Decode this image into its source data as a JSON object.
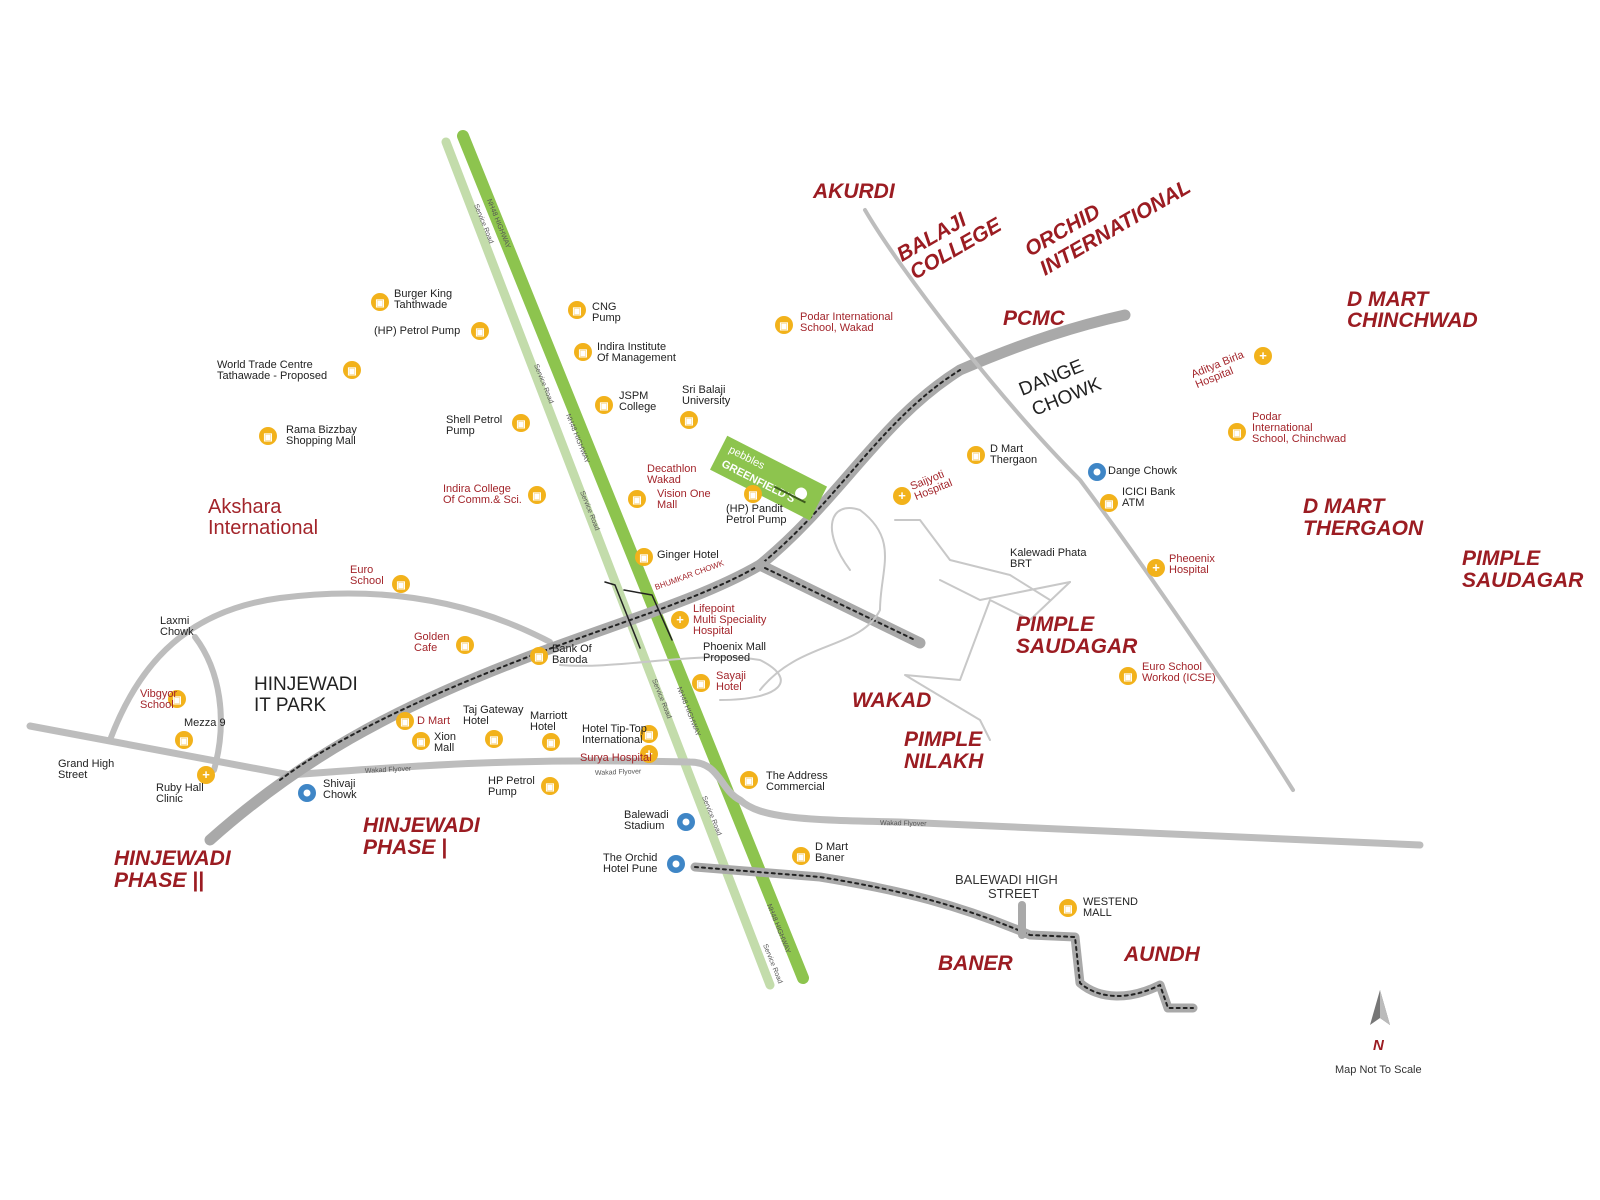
{
  "areas_red": [
    {
      "id": "akurdi",
      "text": "AKURDI"
    },
    {
      "id": "balaji-college-1",
      "text": "BALAJI"
    },
    {
      "id": "balaji-college-2",
      "text": "COLLEGE"
    },
    {
      "id": "orchid-1",
      "text": "ORCHID"
    },
    {
      "id": "orchid-2",
      "text": "INTERNATIONAL"
    },
    {
      "id": "pcmc",
      "text": "PCMC"
    },
    {
      "id": "dmart-chinchwad-1",
      "text": "D MART"
    },
    {
      "id": "dmart-chinchwad-2",
      "text": "CHINCHWAD"
    },
    {
      "id": "dmart-thergaon-1",
      "text": "D MART"
    },
    {
      "id": "dmart-thergaon-2",
      "text": "THERGAON"
    },
    {
      "id": "pimple-saudagar-e-1",
      "text": "PIMPLE"
    },
    {
      "id": "pimple-saudagar-e-2",
      "text": "SAUDAGAR"
    },
    {
      "id": "pimple-saudagar-1",
      "text": "PIMPLE"
    },
    {
      "id": "pimple-saudagar-2",
      "text": "SAUDAGAR"
    },
    {
      "id": "wakad",
      "text": "WAKAD"
    },
    {
      "id": "pimple-nilakh-1",
      "text": "PIMPLE"
    },
    {
      "id": "pimple-nilakh-2",
      "text": "NILAKH"
    },
    {
      "id": "hinjewadi-phase1-1",
      "text": "HINJEWADI"
    },
    {
      "id": "hinjewadi-phase1-2",
      "text": "PHASE |"
    },
    {
      "id": "hinjewadi-phase2-1",
      "text": "HINJEWADI"
    },
    {
      "id": "hinjewadi-phase2-2",
      "text": "PHASE ||"
    },
    {
      "id": "baner",
      "text": "BANER"
    },
    {
      "id": "aundh",
      "text": "AUNDH"
    }
  ],
  "areas_plain": {
    "akshara_1": "Akshara",
    "akshara_2": "International",
    "hinjewadi_it_1": "HINJEWADI",
    "hinjewadi_it_2": "IT PARK",
    "dange_1": "DANGE",
    "dange_2": "CHOWK",
    "balewadi_hs_1": "BALEWADI HIGH",
    "balewadi_hs_2": "STREET"
  },
  "project": {
    "brand": "pebbles",
    "name": "GREENFIELD'S"
  },
  "pois": {
    "burger_king": [
      "Burger King",
      "Tahthwade"
    ],
    "hp_petrol": [
      "(HP) Petrol Pump"
    ],
    "wtc": [
      "World Trade Centre",
      "Tathawade - Proposed"
    ],
    "rama": [
      "Rama Bizzbay",
      "Shopping Mall"
    ],
    "cng": [
      "CNG",
      "Pump"
    ],
    "indira_inst": [
      "Indira Institute",
      "Of Management"
    ],
    "jspm": [
      "JSPM",
      "College"
    ],
    "sri_balaji": [
      "Sri Balaji",
      "University"
    ],
    "shell": [
      "Shell Petrol",
      "Pump"
    ],
    "podar_wakad": [
      "Podar International",
      "School, Wakad"
    ],
    "indira_college": [
      "Indira College",
      "Of Comm.& Sci."
    ],
    "decathlon": [
      "Decathlon",
      "Wakad"
    ],
    "vision_one": [
      "Vision One",
      "Mall"
    ],
    "hp_pandit": [
      "(HP) Pandit",
      "Petrol Pump"
    ],
    "ginger": [
      "Ginger Hotel"
    ],
    "euro_school": [
      "Euro",
      "School"
    ],
    "laxmi": [
      "Laxmi",
      "Chowk"
    ],
    "golden": [
      "Golden",
      "Cafe"
    ],
    "bank_baroda": [
      "Bank Of",
      "Baroda"
    ],
    "lifepoint": [
      "Lifepoint",
      "Multi Speciality",
      "Hospital"
    ],
    "phoenix_mall": [
      "Phoenix Mall",
      "Proposed"
    ],
    "sayaji": [
      "Sayaji",
      "Hotel"
    ],
    "vibgyor": [
      "Vibgyor",
      "School"
    ],
    "mezza": [
      "Mezza 9"
    ],
    "dmart_hinj": [
      "D Mart"
    ],
    "xion": [
      "Xion",
      "Mall"
    ],
    "taj": [
      "Taj Gateway",
      "Hotel"
    ],
    "marriott": [
      "Marriott",
      "Hotel"
    ],
    "tiptop": [
      "Hotel Tip-Top",
      "International"
    ],
    "surya": [
      "Surya Hospital"
    ],
    "grand_high": [
      "Grand High",
      "Street"
    ],
    "ruby": [
      "Ruby Hall",
      "Clinic"
    ],
    "shivaji": [
      "Shivaji",
      "Chowk"
    ],
    "hp_petrol2": [
      "HP Petrol",
      "Pump"
    ],
    "address": [
      "The Address",
      "Commercial"
    ],
    "balewadi_stadium": [
      "Balewadi",
      "Stadium"
    ],
    "orchid_hotel": [
      "The Orchid",
      "Hotel Pune"
    ],
    "dmart_baner": [
      "D Mart",
      "Baner"
    ],
    "westend": [
      "WESTEND",
      "MALL"
    ],
    "saiyoti": [
      "Saijyoti",
      "Hospital"
    ],
    "dmart_thergaon_poi": [
      "D Mart",
      "Thergaon"
    ],
    "dange_poi": [
      "Dange Chowk"
    ],
    "icici": [
      "ICICI Bank",
      "ATM"
    ],
    "kalewadi": [
      "Kalewadi Phata",
      "BRT"
    ],
    "phoenix_hosp": [
      "Pheoenix",
      "Hospital"
    ],
    "euro_wakad": [
      "Euro School",
      "Workod (ICSE)"
    ],
    "aditya": [
      "Aditya Birla",
      "Hospital"
    ],
    "podar_chinchwad": [
      "Podar",
      "International",
      "School, Chinchwad"
    ]
  },
  "road_labels": {
    "nh4": "NH48 HIGHWAY",
    "service": "Service Road",
    "bhumkar": "BHUMKAR CHOWK",
    "wakad_flyover": "Wakad Flyover"
  },
  "compass": {
    "letter": "N",
    "note": "Map Not To Scale"
  },
  "colors": {
    "highway_green": "#8dc44e",
    "service_green": "#bcd8a0",
    "road_grey": "#bdbdbd",
    "area_red": "#9b1c22",
    "poi_orange": "#f2b21b",
    "pin_blue": "#3f86c6"
  }
}
